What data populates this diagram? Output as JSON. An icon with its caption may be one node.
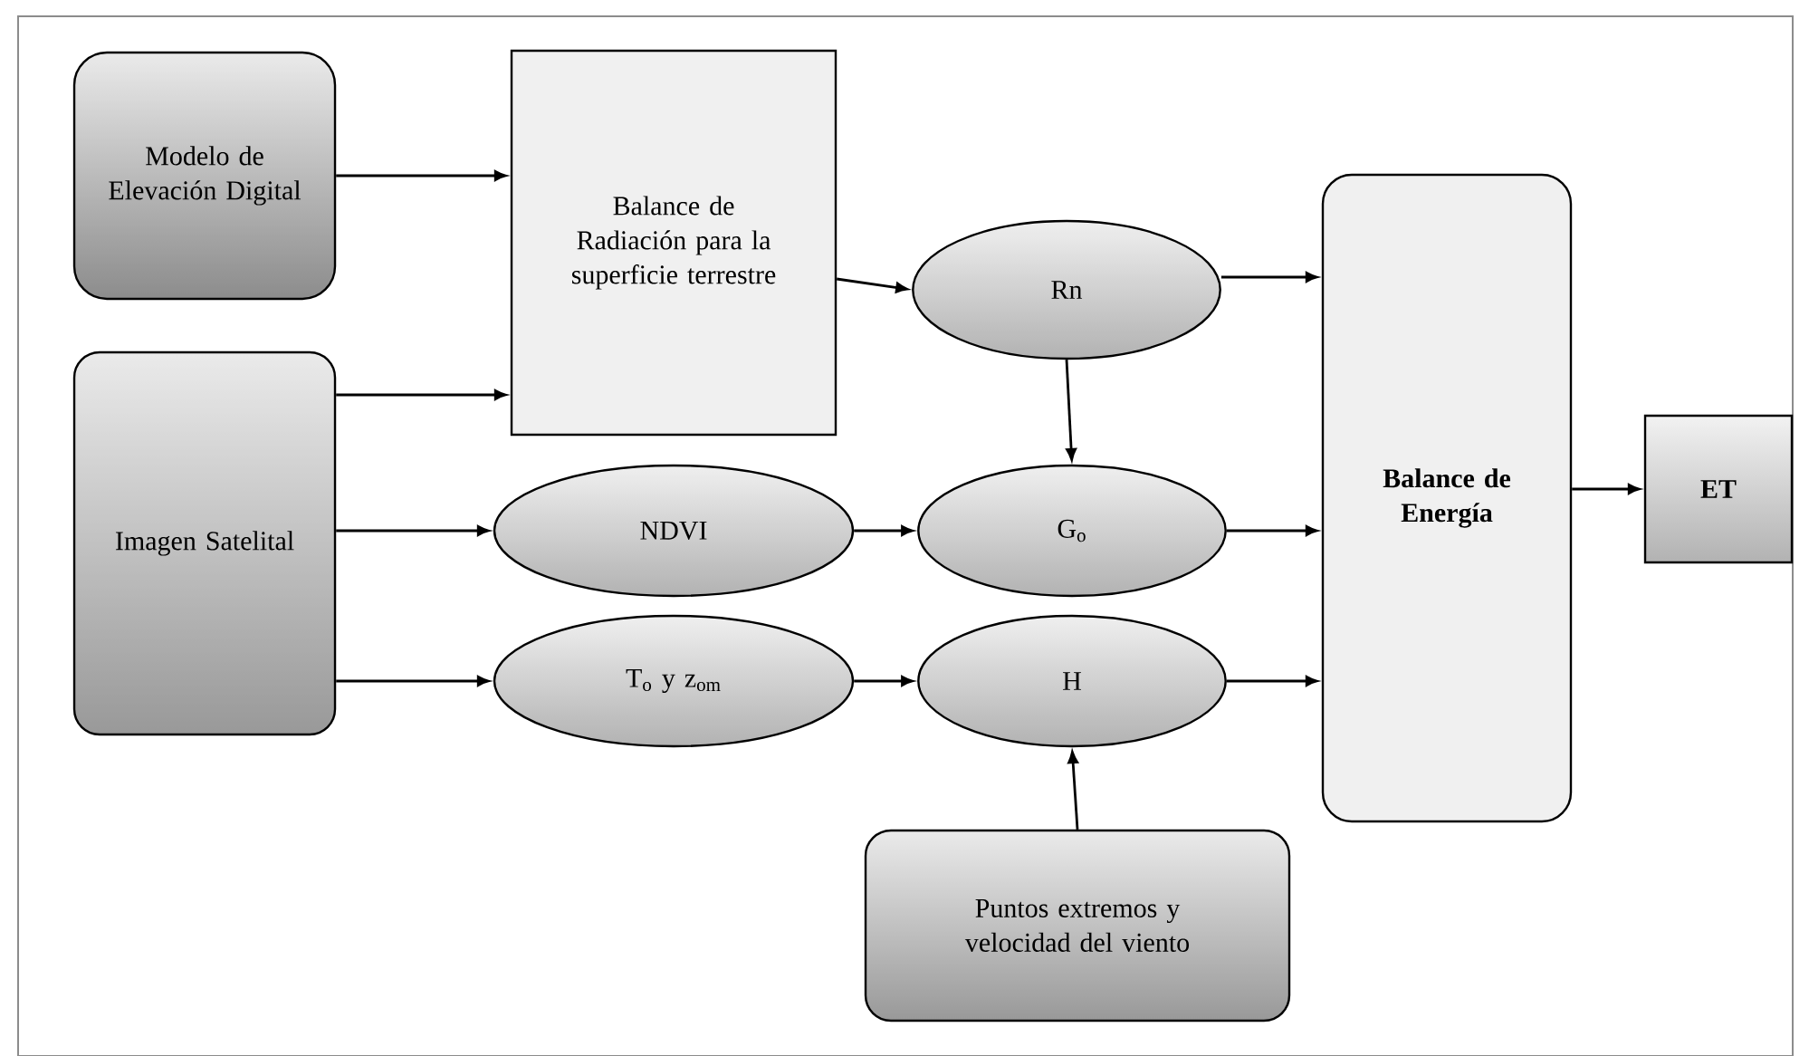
{
  "diagram": {
    "nodes": [
      {
        "text": [
          "Modelo de Elevación Digital"
        ]
      },
      {
        "text": [
          "Imagen Satelital"
        ]
      },
      {
        "text": [
          "Balance de Radiación para la superficie terrestre"
        ]
      },
      {
        "text": [
          "Rn"
        ]
      },
      {
        "text": [
          "NDVI"
        ]
      },
      {
        "text": [
          "G$_{o}$"
        ]
      },
      {
        "text": [
          "T$_{o}$ y z$_{om}$"
        ]
      },
      {
        "text": [
          "H"
        ]
      },
      {
        "text": [
          "Balance de Energía"
        ]
      },
      {
        "text": [
          "ET"
        ]
      },
      {
        "text": [
          "Puntos extremos y velocidad del viento"
        ]
      }
    ],
    "edges": [
      {
        "from": 0,
        "to": 2,
        "arrow": "to"
      },
      {
        "from": 1,
        "to": 2,
        "arrow": "to"
      },
      {
        "from": 2,
        "to": 3,
        "arrow": "to"
      },
      {
        "from": 3,
        "to": 8,
        "arrow": "to"
      },
      {
        "from": 3,
        "to": 5,
        "arrow": "to"
      },
      {
        "from": 1,
        "to": 4,
        "arrow": "to"
      },
      {
        "from": 4,
        "to": 5,
        "arrow": "to"
      },
      {
        "from": 5,
        "to": 8,
        "arrow": "to"
      },
      {
        "from": 1,
        "to": 6,
        "arrow": "to"
      },
      {
        "from": 6,
        "to": 7,
        "arrow": "to"
      },
      {
        "from": 7,
        "to": 8,
        "arrow": "to"
      },
      {
        "from": 8,
        "to": 9,
        "arrow": "to"
      },
      {
        "from": 10,
        "to": 7,
        "arrow": "to"
      }
    ]
  }
}
